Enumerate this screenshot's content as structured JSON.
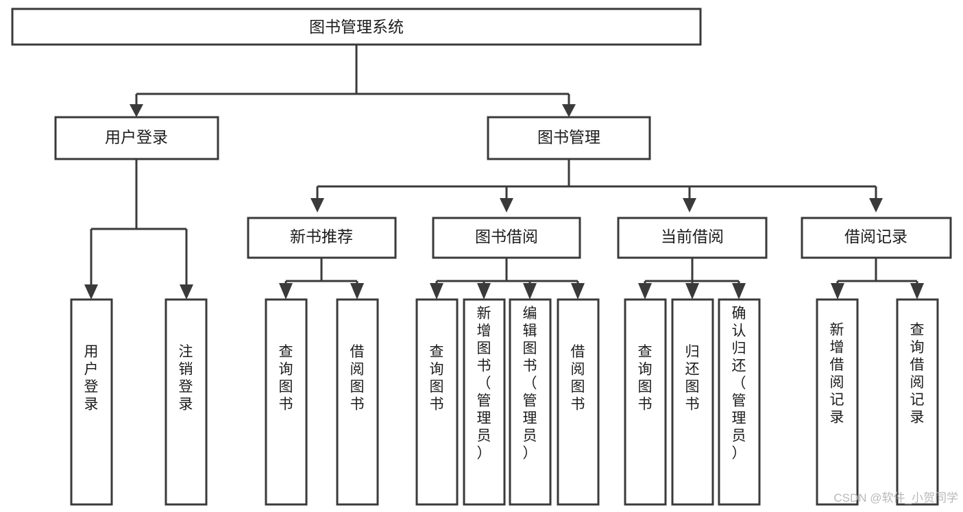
{
  "diagram": {
    "title": "图书管理系统",
    "type": "tree-hierarchy-chart",
    "colors": {
      "box_stroke": "#3a3a3a",
      "box_fill": "#ffffff",
      "text": "#1c1c1c",
      "connector": "#3a3a3a",
      "watermark": "#b8b8b8",
      "background": "#ffffff"
    },
    "root": {
      "id": "root",
      "label": "图书管理系统"
    },
    "level2": [
      {
        "id": "user-login",
        "label": "用户登录"
      },
      {
        "id": "book-management",
        "label": "图书管理"
      }
    ],
    "level3": [
      {
        "id": "new-book-recommend",
        "label": "新书推荐",
        "parent": "book-management"
      },
      {
        "id": "book-borrow",
        "label": "图书借阅",
        "parent": "book-management"
      },
      {
        "id": "current-borrow",
        "label": "当前借阅",
        "parent": "book-management"
      },
      {
        "id": "borrow-record",
        "label": "借阅记录",
        "parent": "book-management"
      }
    ],
    "leaves": [
      {
        "id": "leaf-user-login",
        "label": "用户登录",
        "parent": "user-login"
      },
      {
        "id": "leaf-logout-login",
        "label": "注销登录",
        "parent": "user-login"
      },
      {
        "id": "leaf-query-book-1",
        "label": "查询图书",
        "parent": "new-book-recommend"
      },
      {
        "id": "leaf-borrow-book-1",
        "label": "借阅图书",
        "parent": "new-book-recommend"
      },
      {
        "id": "leaf-query-book-2",
        "label": "查询图书",
        "parent": "book-borrow"
      },
      {
        "id": "leaf-add-book",
        "label": "新增图书（管理员）",
        "parent": "book-borrow"
      },
      {
        "id": "leaf-edit-book",
        "label": "编辑图书（管理员）",
        "parent": "book-borrow"
      },
      {
        "id": "leaf-borrow-book-2",
        "label": "借阅图书",
        "parent": "book-borrow"
      },
      {
        "id": "leaf-query-book-3",
        "label": "查询图书",
        "parent": "current-borrow"
      },
      {
        "id": "leaf-return-book",
        "label": "归还图书",
        "parent": "current-borrow"
      },
      {
        "id": "leaf-confirm-return",
        "label": "确认归还（管理员）",
        "parent": "current-borrow"
      },
      {
        "id": "leaf-add-record",
        "label": "新增借阅记录",
        "parent": "borrow-record"
      },
      {
        "id": "leaf-query-record",
        "label": "查询借阅记录",
        "parent": "borrow-record"
      }
    ],
    "watermark": "CSDN @软件_小贺同学"
  }
}
